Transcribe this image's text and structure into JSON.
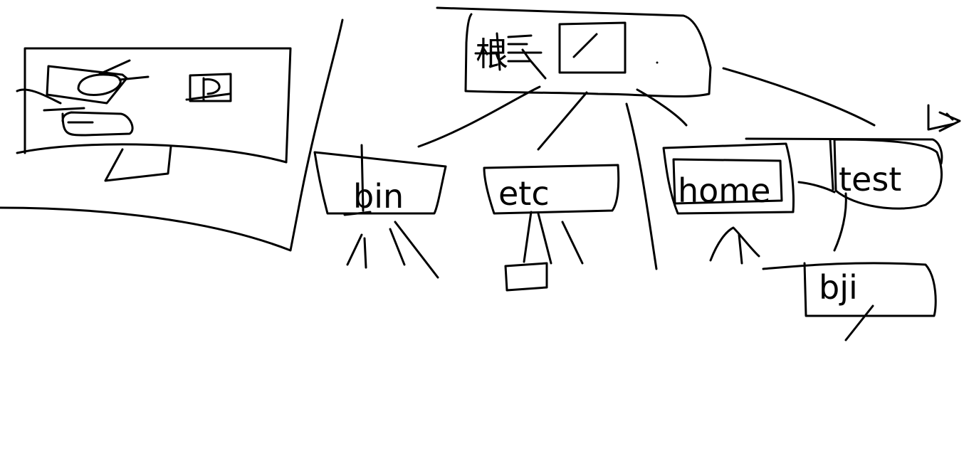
{
  "diagram": {
    "kind": "hand-drawn directory tree sketch",
    "stroke_color": "#000000",
    "background_color": "#ffffff",
    "root": {
      "label": "根"
    },
    "nodes": [
      {
        "id": "bin",
        "label": "bin"
      },
      {
        "id": "etc",
        "label": "etc"
      },
      {
        "id": "home",
        "label": "home"
      },
      {
        "id": "test",
        "label": "test"
      },
      {
        "id": "bji",
        "label": "bji"
      }
    ]
  }
}
